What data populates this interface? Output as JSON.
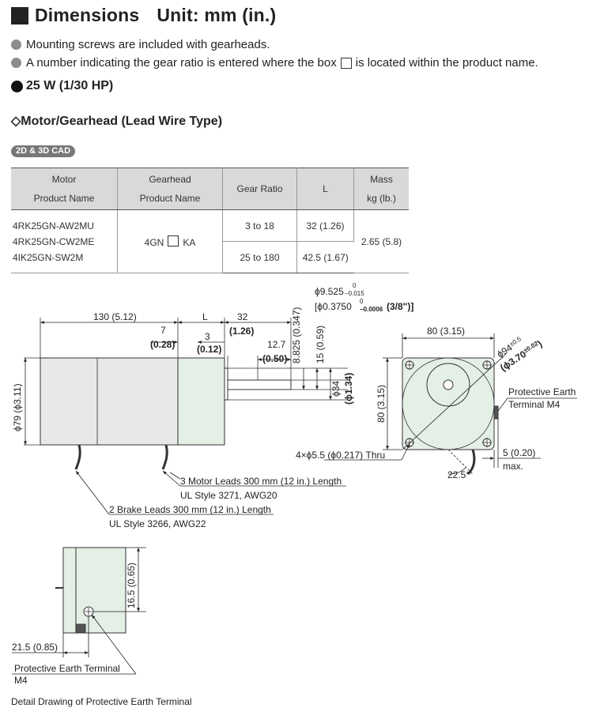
{
  "header": {
    "title": "Dimensions",
    "unit": "Unit: mm (in.)"
  },
  "notes": [
    "Mounting screws are included with gearheads.",
    {
      "before": "A number indicating the gear ratio is entered where the box",
      "after": "is located within the product name."
    }
  ],
  "section": "25 W (1/30 HP)",
  "subsection": "◇Motor/Gearhead (Lead Wire Type)",
  "cad_badge": "2D & 3D CAD",
  "table": {
    "headers": {
      "motor_1": "Motor",
      "motor_2": "Product  Name",
      "gear_1": "Gearhead",
      "gear_2": "Product  Name",
      "ratio": "Gear Ratio",
      "L": "L",
      "mass_1": "Mass",
      "mass_2": "kg (lb.)"
    },
    "motors": [
      "4RK25GN-AW2MU",
      "4RK25GN-CW2ME",
      "4IK25GN-SW2M"
    ],
    "gearhead": {
      "pre": "4GN",
      "post": "KA"
    },
    "rows": [
      {
        "ratio": "3 to 18",
        "L": "32 (1.26)"
      },
      {
        "ratio": "25 to 180",
        "L": "42.5 (1.67)"
      }
    ],
    "mass": "2.65 (5.8)"
  },
  "dims": {
    "d130": "130 (",
    "d130b": "5.12",
    "d130c": ")",
    "L": "L",
    "d32": "32",
    "d32b": "(1.26)",
    "d7": "7",
    "d7b": "(0.28)",
    "d3": "3",
    "d3b": "(0.12)",
    "d127": "12.7",
    "d127b": "(0.50)",
    "d8825": "8.825 (0.347)",
    "d15": "15 (0.59)",
    "d34": "ϕ34",
    "d34b": "(ϕ1.34)",
    "d79": "ϕ79 (ϕ3.11)",
    "shaft1": "ϕ9.525",
    "shaft1tol_top": "0",
    "shaft1tol_bot": "−0.015",
    "shaft2": "ϕ0.3750",
    "shaft2tol_top": "0",
    "shaft2tol_bot": "−0.0006",
    "shaft2c": "(3/8\")",
    "d80w": "80 (",
    "d80wb": "3.15",
    "d80wc": ")",
    "d80h": "80 (3.15)",
    "d94": "ϕ94",
    "d94tol": "±0.5",
    "d94b": "(ϕ3.70",
    "d94btol": "±0.02",
    "pe1": "Protective Earth",
    "pe2": "Terminal M4",
    "holes": "4×ϕ5.5 (ϕ",
    "holesb": "0.217",
    "holesc": ") Thru",
    "d5": "5 (",
    "d5b": "0.20",
    "d5c": ")",
    "max": "max.",
    "angle": "22.5°",
    "motor_leads": "3 Motor Leads 300 mm (",
    "motor_leads_b": "12",
    "motor_leads_c": " in.) Length",
    "ul1": "UL Style 3271, AWG20",
    "brake_leads": "2 Brake Leads 300 mm (",
    "brake_leads_b": "12",
    "brake_leads_c": " in.) Length",
    "ul2": "UL Style 3266, AWG22",
    "d165": "16.5 (0.65)",
    "d215": "21.5 (",
    "d215b": "0.85",
    "d215c": ")",
    "pet": "Protective Earth Terminal",
    "pet2": "M4"
  },
  "caption": "Detail Drawing of Protective Earth Terminal",
  "colors": {
    "motor_gray": "#e8e8e8",
    "gearhead_green": "#e4efe6",
    "header_gray": "#d9d9d9"
  }
}
